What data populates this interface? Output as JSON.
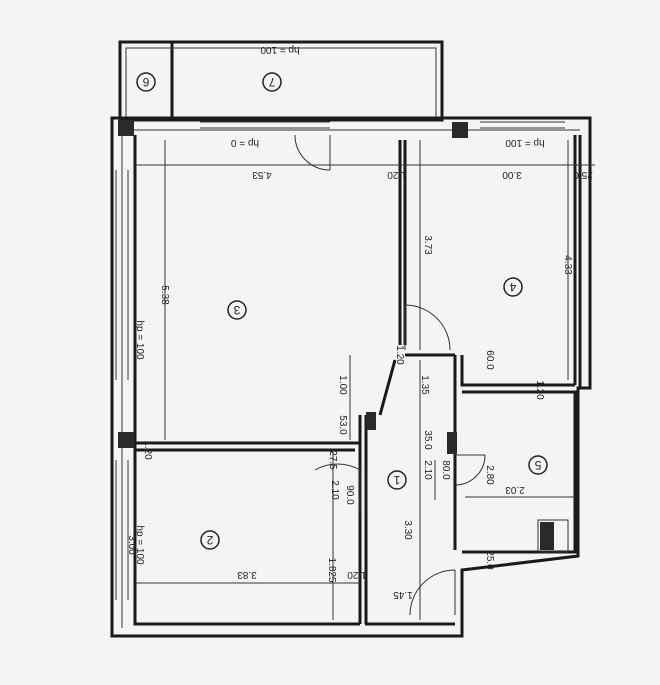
{
  "plan": {
    "rooms": {
      "r1": "1",
      "r2": "2",
      "r3": "3",
      "r4": "4",
      "r5": "5",
      "r6": "6",
      "r7": "7"
    },
    "labels": {
      "hp_balcony": "hp = 100",
      "hp_room3_window": "hp = 0",
      "hp_room4_window": "hp = 100",
      "hp_left_upper": "hp = 100",
      "hp_left_lower": "hp = 100",
      "w_room3": "4.53",
      "wall_34": "1.20",
      "w_room4": "3.00",
      "wall_right": "25.0",
      "d_373": "3.73",
      "d_433": "4.33",
      "d_538": "5.38",
      "d_100": "1.00",
      "d_530": "53.0",
      "d_120_corr": "1.20",
      "d_135": "1.35",
      "d_350": "35.0",
      "d_210_corr": "2.10",
      "d_800": "80.0",
      "d_275": "27.5",
      "d_900": "90.0",
      "d_210_r2": "2.10",
      "d_600": "60.0",
      "d_120_r5": "1.20",
      "d_120_left": "1.20",
      "d_280": "2.80",
      "d_203": "2.03",
      "d_330": "3.30",
      "d_300": "3.00",
      "d_383": "3.83",
      "d_1825": "1.825",
      "d_120_bottom": "1.20",
      "d_145": "1.45",
      "d_250_r5": "25.0"
    }
  }
}
